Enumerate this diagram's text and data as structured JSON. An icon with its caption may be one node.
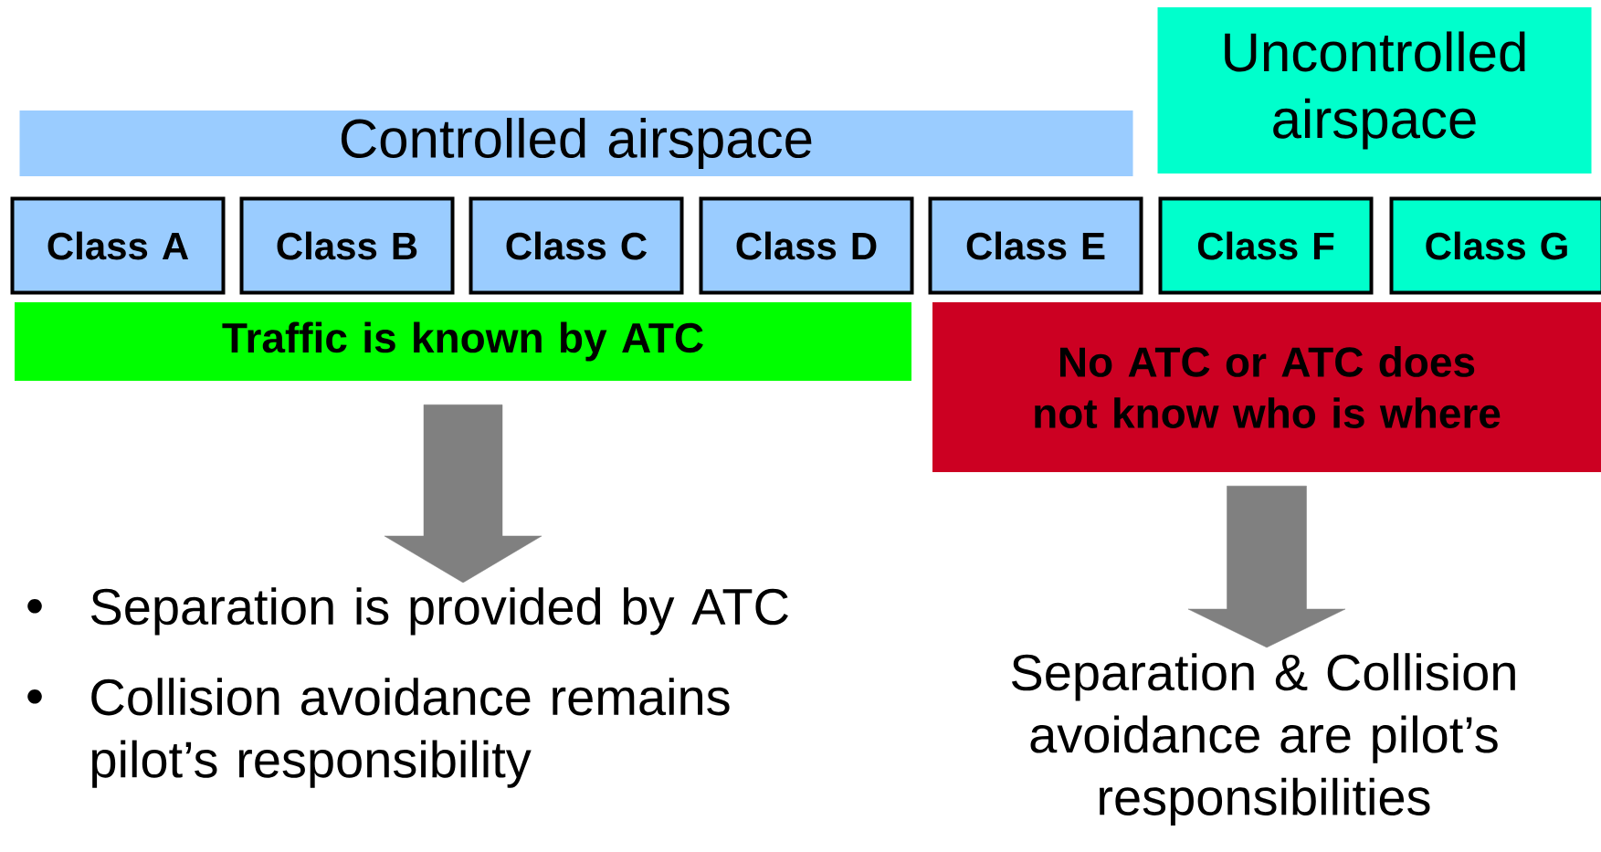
{
  "diagram": {
    "nodes": [
      {
        "text": [
          "Controlled airspace"
        ]
      },
      {
        "text": [
          "Uncontrolled airspace"
        ]
      },
      {
        "text": [
          "Class A"
        ]
      },
      {
        "text": [
          "Class B"
        ]
      },
      {
        "text": [
          "Class C"
        ]
      },
      {
        "text": [
          "Class D"
        ]
      },
      {
        "text": [
          "Class E"
        ]
      },
      {
        "text": [
          "Class F"
        ]
      },
      {
        "text": [
          "Class G"
        ]
      },
      {
        "text": [
          "Traffic is known by ATC"
        ]
      },
      {
        "text": [
          "No ATC or  ATC does not know who is where"
        ]
      },
      {
        "text": [
          "Separation is provided by ATC",
          "Collision avoidance remains pilot’s responsibility"
        ]
      },
      {
        "text": [
          "Separation & Collision avoidance are pilot’s responsibilities"
        ]
      }
    ],
    "edges": [
      {
        "from": 9,
        "to": 11,
        "arrow": "to"
      },
      {
        "from": 10,
        "to": 12,
        "arrow": "to"
      }
    ]
  }
}
